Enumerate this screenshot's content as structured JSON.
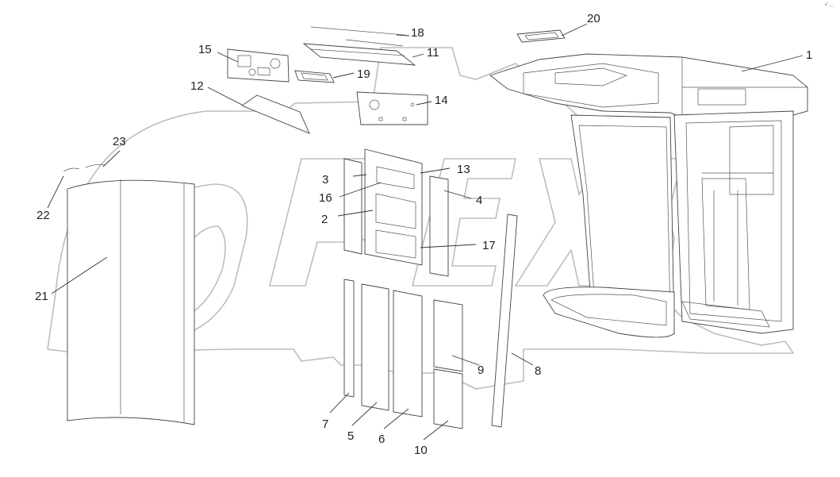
{
  "diagram": {
    "part_labels": {
      "p1": "1",
      "p2": "2",
      "p3": "3",
      "p4": "4",
      "p5": "5",
      "p6": "6",
      "p7": "7",
      "p8": "8",
      "p9": "9",
      "p10": "10",
      "p11": "11",
      "p12": "12",
      "p13": "13",
      "p14": "14",
      "p15": "15",
      "p16": "16",
      "p17": "17",
      "p18": "18",
      "p19": "19",
      "p20": "20",
      "p21": "21",
      "p22": "22",
      "p23": "23"
    },
    "corner_mark": "•˜ ..."
  },
  "colors": {
    "line": "#333333",
    "part_stroke": "#444444",
    "watermark": "#bdbdbd",
    "background": "#ffffff"
  }
}
